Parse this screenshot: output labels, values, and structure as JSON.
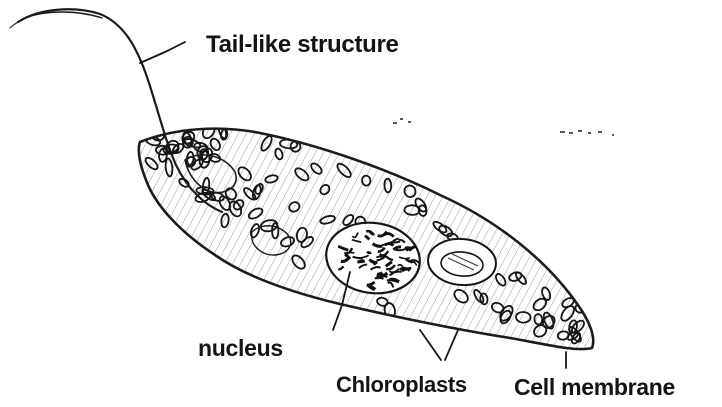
{
  "labels": {
    "tail": "Tail-like structure",
    "nucleus": "nucleus",
    "chloroplasts": "Chloroplasts",
    "cell_membrane": "Cell membrane"
  },
  "colors": {
    "ink": "#141414",
    "background": "#ffffff"
  }
}
